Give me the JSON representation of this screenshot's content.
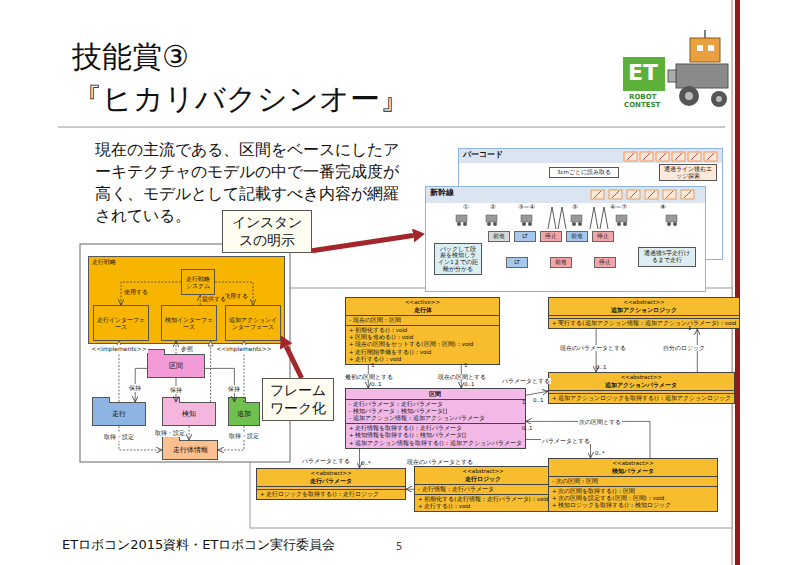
{
  "diagram": {
    "title": "技能賞③ 『ヒカリバクシンオー』",
    "nodes": [
      {
        "text": [
          "バーコード"
        ]
      },
      {
        "text": [
          "3cmごとに読み取る"
        ],
        "in": 0
      },
      {
        "text": [
          "通過ライン後右エッジ探索"
        ],
        "in": 0
      },
      {
        "text": [
          "新幹線"
        ]
      },
      {
        "text": [
          "バックして段差を検知しライン1までの距離が分かる"
        ],
        "in": 3
      },
      {
        "text": [
          "通過後S字走行けるまで走行"
        ],
        "in": 3
      },
      {
        "text": [
          "前進"
        ],
        "in": 3
      },
      {
        "text": [
          "LT"
        ],
        "in": 3
      },
      {
        "text": [
          "停止"
        ],
        "in": 3
      },
      {
        "text": [
          "前進"
        ],
        "in": 3
      },
      {
        "text": [
          "停止"
        ],
        "in": 3
      },
      {
        "text": [
          "LT"
        ],
        "in": 3
      },
      {
        "text": [
          "前進"
        ],
        "in": 3
      },
      {
        "text": [
          "停止"
        ],
        "in": 3
      },
      {
        "text": [
          "インスタンスの明示"
        ]
      },
      {
        "text": [
          "フレームワーク化"
        ]
      },
      {
        "text": [
          "走行戦略"
        ]
      },
      {
        "text": [
          "走行戦略システム"
        ],
        "in": 16
      },
      {
        "text": [
          "走行インターフェース"
        ],
        "in": 16
      },
      {
        "text": [
          "検知インターフェース"
        ],
        "in": 16
      },
      {
        "text": [
          "追加アクションインターフェース"
        ],
        "in": 16
      },
      {
        "text": [
          "区間"
        ]
      },
      {
        "text": [
          "走行"
        ]
      },
      {
        "text": [
          "検知"
        ]
      },
      {
        "text": [
          "追加"
        ]
      },
      {
        "text": [
          "走行体情報"
        ]
      },
      {
        "text": [
          "<<active>>",
          "走行体",
          "- 現在の区間：区間",
          "+ 初期化する()：void",
          "+ 区間を進める()：void",
          "+ 現在の区間をセットする(区間：区間)：void",
          "+ 走行開始準備をする()：void",
          "+ 走行する()：void"
        ]
      },
      {
        "text": [
          "<<abstract>>",
          "追加アクションロジック",
          "+ 実行する(追加アクション情報：追加アクションパラメータ)：void"
        ]
      },
      {
        "text": [
          "<<abstract>>",
          "追加アクションパラメータ",
          "+ 追加アクションロジックを取得する()：追加アクションロジック"
        ]
      },
      {
        "text": [
          "区間",
          "- 走行パラメータ：走行パラメータ",
          "- 検知パラメータ：検知パラメータ[]",
          "- 追加アクション情報：追加アクションパラメータ",
          "+ 走行情報を取得する()：走行パラメータ",
          "+ 検知情報を取得する()：検知パラメータ[]",
          "+ 追加アクション情報を取得する()：追加アクションパラメータ"
        ]
      },
      {
        "text": [
          "<<abstract>>",
          "走行パラメータ",
          "+ 走行ロジックを取得する()：走行ロジック"
        ]
      },
      {
        "text": [
          "<<abstract>>",
          "走行ロジック",
          "- 走行情報：走行パラメータ",
          "+ 初期化する(走行情報：走行パラメータ)：void",
          "+ 走行する()：void"
        ]
      },
      {
        "text": [
          "<<abstract>>",
          "検知パラメータ",
          "- 次の区間：区間",
          "+ 次の区間を取得する()：区間",
          "+ 次の区間を設定する(区間：区間)：void",
          "+ 検知ロジックを取得する()：検知ロジック"
        ]
      }
    ],
    "edges": [
      {
        "from": 14,
        "to": 3,
        "arrow": "to"
      },
      {
        "from": 15,
        "to": 20,
        "arrow": "to"
      },
      {
        "from": 17,
        "to": 18,
        "label": "使用する",
        "arrow": "to"
      },
      {
        "from": 17,
        "to": 20,
        "label": "使用する",
        "arrow": "to"
      },
      {
        "from": 19,
        "to": 17,
        "label": "提供する",
        "arrow": "to"
      },
      {
        "from": 21,
        "to": 19,
        "label": "参照",
        "arrow": "to"
      },
      {
        "from": 22,
        "to": 18,
        "label": "<<implements>>",
        "arrow": "to"
      },
      {
        "from": 23,
        "to": 19,
        "arrow": "to"
      },
      {
        "from": 24,
        "to": 20,
        "label": "<<implements>>",
        "arrow": "to"
      },
      {
        "from": 21,
        "to": 22,
        "label": "保持",
        "arrow": "to"
      },
      {
        "from": 21,
        "to": 23,
        "label": "保持",
        "arrow": "to"
      },
      {
        "from": 21,
        "to": 24,
        "label": "保持",
        "arrow": "to"
      },
      {
        "from": 22,
        "to": 25,
        "label": "取得・設定",
        "arrow": "to"
      },
      {
        "from": 23,
        "to": 25,
        "label": "取得・設定",
        "arrow": "to"
      },
      {
        "from": 24,
        "to": 25,
        "label": "取得・設定",
        "arrow": "to"
      },
      {
        "from": 26,
        "to": 29,
        "label": "最初の区間とする",
        "arrow": "to"
      },
      {
        "from": 26,
        "to": 29,
        "label": "現在の区間とする",
        "arrow": "to"
      },
      {
        "from": 29,
        "to": 28,
        "label": "パラメータとする",
        "arrow": "to"
      },
      {
        "from": 27,
        "to": 28,
        "label": "現在のパラメータとする",
        "arrow": "to"
      },
      {
        "from": 28,
        "to": 27,
        "label": "自分のロジック",
        "arrow": "to"
      },
      {
        "from": 29,
        "to": 30,
        "label": "パラメータとする",
        "arrow": "to"
      },
      {
        "from": 29,
        "to": 32,
        "label": "パラメータとする",
        "arrow": "to"
      },
      {
        "from": 32,
        "to": 29,
        "label": "次の区間とする",
        "arrow": "to"
      },
      {
        "from": 31,
        "to": 30,
        "label": "現在のパラメータとする",
        "arrow": "to"
      }
    ],
    "labels": [
      "ET",
      "ROBOT",
      "CONTEST",
      "現在の主流である、区間をベースにしたアーキテクチャのモデルの中で一番完成度が高く、モデルとして記載すべき内容が網羅されている。",
      "ETロボコン2015資料・ETロボコン実行委員会",
      "5",
      "①",
      "②",
      "③~④",
      "⑤",
      "⑥~⑦",
      "⑧",
      "1",
      "0..1",
      "1",
      "0..1",
      "1",
      "0..1",
      "0..1",
      "1",
      "0..*",
      "0..*",
      "0..1"
    ]
  }
}
